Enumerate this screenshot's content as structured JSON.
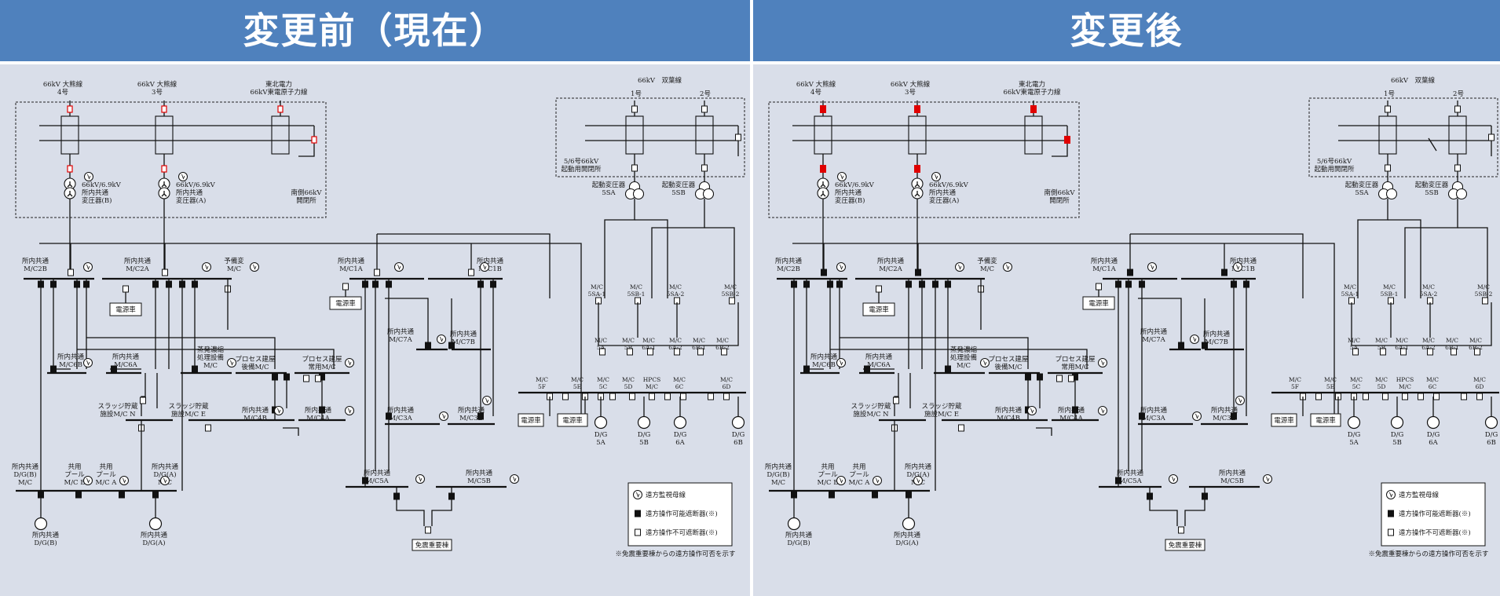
{
  "headers": {
    "before": "変更前（現在）",
    "after": "変更後"
  },
  "lines": {
    "l66_4": [
      "66kV 大熊線",
      "4号"
    ],
    "l66_3": [
      "66kV 大熊線",
      "3号"
    ],
    "tohoku": [
      "東北電力",
      "66kV東電原子力線"
    ],
    "futaba": "66kV　双葉線",
    "futaba_1": "1号",
    "futaba_2": "2号"
  },
  "labels": {
    "tr_b": [
      "66kV/6.9kV",
      "所内共通",
      "変圧器(B)"
    ],
    "tr_a": [
      "66kV/6.9kV",
      "所内共通",
      "変圧器(A)"
    ],
    "south": [
      "南側66kV",
      "開閉所"
    ],
    "start_sw": [
      "5/6号66kV",
      "起動用開閉所"
    ],
    "st_5a": [
      "起動変圧器",
      "5SA"
    ],
    "st_5b": [
      "起動変圧器",
      "5SB"
    ],
    "mc2b": [
      "所内共通",
      "M/C2B"
    ],
    "mc2a": [
      "所内共通",
      "M/C2A"
    ],
    "spare": [
      "予備変",
      "M/C"
    ],
    "mc1a": [
      "所内共通",
      "M/C1A"
    ],
    "mc1b": [
      "所内共通",
      "M/C1B"
    ],
    "power_car": "電源車",
    "mc7a": [
      "所内共通",
      "M/C7A"
    ],
    "mc7b": [
      "所内共通",
      "M/C7B"
    ],
    "mc6b": [
      "所内共通",
      "M/C6B"
    ],
    "mc6a": [
      "所内共通",
      "M/C6A"
    ],
    "evap": [
      "蒸発濃縮",
      "処理設備",
      "M/C"
    ],
    "proc_back": [
      "プロセス建屋",
      "後備M/C"
    ],
    "proc_norm": [
      "プロセス建屋",
      "常用M/C"
    ],
    "sludge_n": [
      "スラッジ貯蔵",
      "施設M/C N"
    ],
    "sludge_e": [
      "スラッジ貯蔵",
      "施設M/C E"
    ],
    "mc4b": [
      "所内共通",
      "M/C4B"
    ],
    "mc4a": [
      "所内共通",
      "M/C4A"
    ],
    "mc3a": [
      "所内共通",
      "M/C3A"
    ],
    "mc3b": [
      "所内共通",
      "M/C3B"
    ],
    "mc5a": [
      "所内共通",
      "M/C5A"
    ],
    "mc5b": [
      "所内共通",
      "M/C5B"
    ],
    "dg_b_mc": [
      "所内共通",
      "D/G(B)",
      "M/C"
    ],
    "pool_b": [
      "共用",
      "プール",
      "M/C B"
    ],
    "pool_a": [
      "共用",
      "プール",
      "M/C A"
    ],
    "dg_a_mc": [
      "所内共通",
      "D/G(A)",
      "M/C"
    ],
    "dg_b": [
      "所内共通",
      "D/G(B)"
    ],
    "dg_a": [
      "所内共通",
      "D/G(A)"
    ],
    "quake": "免震重要棟",
    "u_mc": [
      [
        "M/C",
        "5SA-1"
      ],
      [
        "M/C",
        "5SB-1"
      ],
      [
        "M/C",
        "5SA-2"
      ],
      [
        "M/C",
        "5SB-2"
      ],
      [
        "M/C",
        "5A"
      ],
      [
        "M/C",
        "5B"
      ],
      [
        "M/C",
        "6A-1"
      ],
      [
        "M/C",
        "6A-2"
      ],
      [
        "M/C",
        "6B-1"
      ],
      [
        "M/C",
        "6B-2"
      ],
      [
        "M/C",
        "5F"
      ],
      [
        "M/C",
        "5E"
      ],
      [
        "M/C",
        "5C"
      ],
      [
        "M/C",
        "5D"
      ],
      [
        "HPCS",
        "M/C"
      ],
      [
        "M/C",
        "6C"
      ],
      [
        "M/C",
        "6D"
      ]
    ],
    "dgs": [
      [
        "D/G",
        "5A"
      ],
      [
        "D/G",
        "5B"
      ],
      [
        "D/G",
        "6A"
      ],
      [
        "D/G",
        "6B"
      ]
    ]
  },
  "legend": {
    "monitor": "遠方監視母線",
    "operable": "遠方操作可能遮断器(※)",
    "inoperable": "遠方操作不可遮断器(※)",
    "note": "※免震重要棟からの遠方操作可否を示す"
  },
  "colors": {
    "header": "#4f81bd",
    "background": "#d9dee9",
    "changed_breaker": "#e00000",
    "open_breaker": "#e00000"
  }
}
